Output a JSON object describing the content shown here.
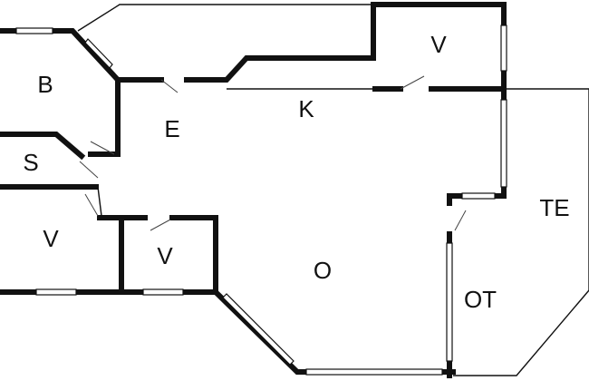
{
  "rooms": {
    "bedroom": "B",
    "sauna": "S",
    "living_left": "V",
    "closet_small": "V",
    "closet_top": "V",
    "hall": "E",
    "kitchen": "K",
    "living_room": "O",
    "outdoor_terrace": "TE",
    "outdoor_covered": "OT"
  },
  "colors": {
    "wall": "#111111",
    "background": "#ffffff"
  }
}
